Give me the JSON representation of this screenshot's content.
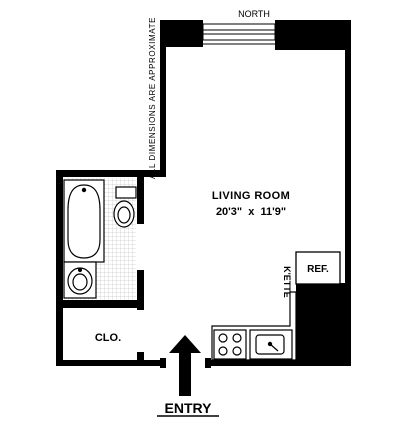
{
  "plan": {
    "compass": "NORTH",
    "note": "ALL DIMENSIONS ARE APPROXIMATE",
    "rooms": {
      "living": {
        "name": "LIVING ROOM",
        "dimensions": "20'3\"  x  11'9\""
      },
      "closet": {
        "name": "CLO."
      },
      "kitchenette": {
        "name": "K'ETTE"
      },
      "refrigerator": {
        "name": "REF."
      }
    },
    "entry": "ENTRY"
  }
}
